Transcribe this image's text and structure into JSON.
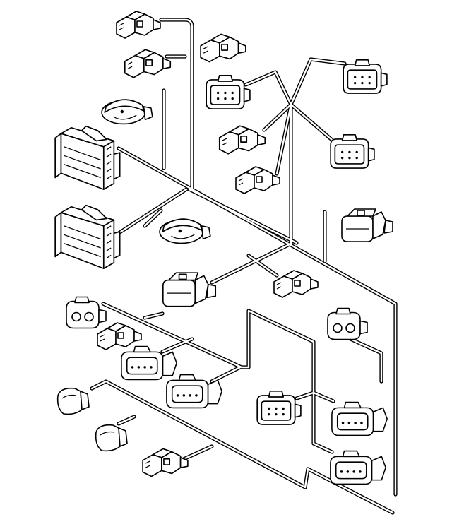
{
  "diagram": {
    "kind": "wiring-harness-line-drawing",
    "colors": {
      "line": "#000000",
      "background": "#ffffff"
    },
    "connectors": [
      {
        "id": "c01",
        "icon": "two-pin-plug-icon"
      },
      {
        "id": "c02",
        "icon": "two-pin-plug-icon"
      },
      {
        "id": "c03",
        "icon": "two-pin-plug-icon"
      },
      {
        "id": "c04",
        "icon": "oval-sensor-plug-icon"
      },
      {
        "id": "c05",
        "icon": "large-multipin-housing-icon"
      },
      {
        "id": "c06",
        "icon": "large-multipin-housing-icon"
      },
      {
        "id": "c07",
        "icon": "oval-sensor-plug-icon"
      },
      {
        "id": "c08",
        "icon": "six-pin-rect-connector-icon"
      },
      {
        "id": "c09",
        "icon": "two-pin-plug-icon"
      },
      {
        "id": "c10",
        "icon": "two-pin-plug-icon"
      },
      {
        "id": "c11",
        "icon": "six-pin-rect-connector-icon"
      },
      {
        "id": "c12",
        "icon": "six-pin-rect-connector-icon"
      },
      {
        "id": "c13",
        "icon": "six-pin-rect-connector-icon"
      },
      {
        "id": "c14",
        "icon": "three-pin-connector-icon"
      },
      {
        "id": "c15",
        "icon": "two-pin-plug-icon"
      },
      {
        "id": "c16",
        "icon": "two-pin-round-connector-icon"
      },
      {
        "id": "c17",
        "icon": "two-pin-round-connector-icon"
      },
      {
        "id": "c18",
        "icon": "two-pin-plug-icon"
      },
      {
        "id": "c19",
        "icon": "four-pin-connector-icon"
      },
      {
        "id": "c20",
        "icon": "four-pin-connector-icon"
      },
      {
        "id": "c21",
        "icon": "sensor-cap-icon"
      },
      {
        "id": "c22",
        "icon": "sensor-cap-icon"
      },
      {
        "id": "c23",
        "icon": "two-pin-plug-icon"
      },
      {
        "id": "c24",
        "icon": "six-pin-rect-connector-icon"
      },
      {
        "id": "c25",
        "icon": "four-pin-connector-icon"
      },
      {
        "id": "c26",
        "icon": "four-pin-connector-icon"
      }
    ]
  }
}
